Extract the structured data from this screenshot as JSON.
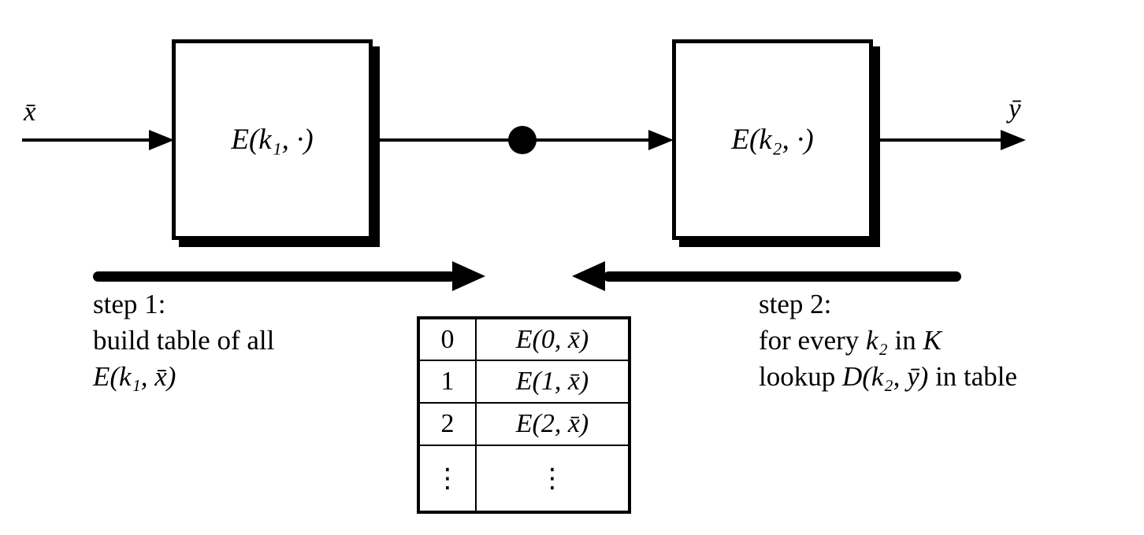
{
  "diagram": {
    "input_label": "x̄",
    "output_label": "ȳ",
    "box1_label": "E(k₁, ·)",
    "box2_label": "E(k₂, ·)"
  },
  "step1": {
    "title": "step 1:",
    "line2": "build table of all",
    "line3_math": "E(k₁, x̄)"
  },
  "step2": {
    "title": "step 2:",
    "line2_pre": "for every ",
    "line2_math": "k₂",
    "line2_mid": " in ",
    "line2_keyspace": "K",
    "line3_pre": "lookup ",
    "line3_math": "D(k₂, ȳ)",
    "line3_post": " in table"
  },
  "table": {
    "rows": [
      {
        "key": "0",
        "value": "E(0, x̄)"
      },
      {
        "key": "1",
        "value": "E(1, x̄)"
      },
      {
        "key": "2",
        "value": "E(2, x̄)"
      },
      {
        "key": "⋮",
        "value": "⋮"
      }
    ]
  },
  "colors": {
    "ink": "#000000",
    "background": "#ffffff"
  }
}
